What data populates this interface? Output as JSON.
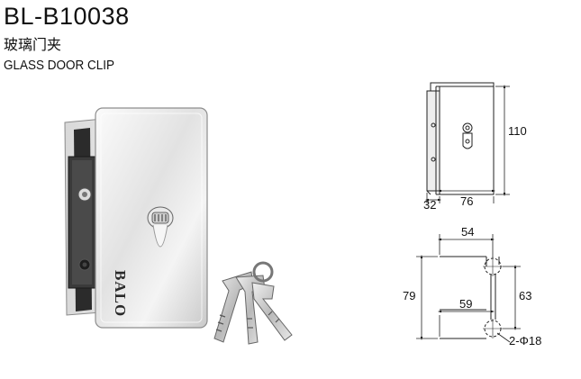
{
  "header": {
    "model": "BL-B10038",
    "name_cn": "玻璃门夹",
    "name_en": "GLASS DOOR CLIP"
  },
  "product": {
    "brand": "BALO"
  },
  "side_view": {
    "height": "110",
    "depth": "32",
    "width": "76"
  },
  "hole_view": {
    "top_span": "54",
    "overall_height": "79",
    "hole_pitch": "63",
    "lower_span": "59",
    "holes": "2-Φ18"
  }
}
